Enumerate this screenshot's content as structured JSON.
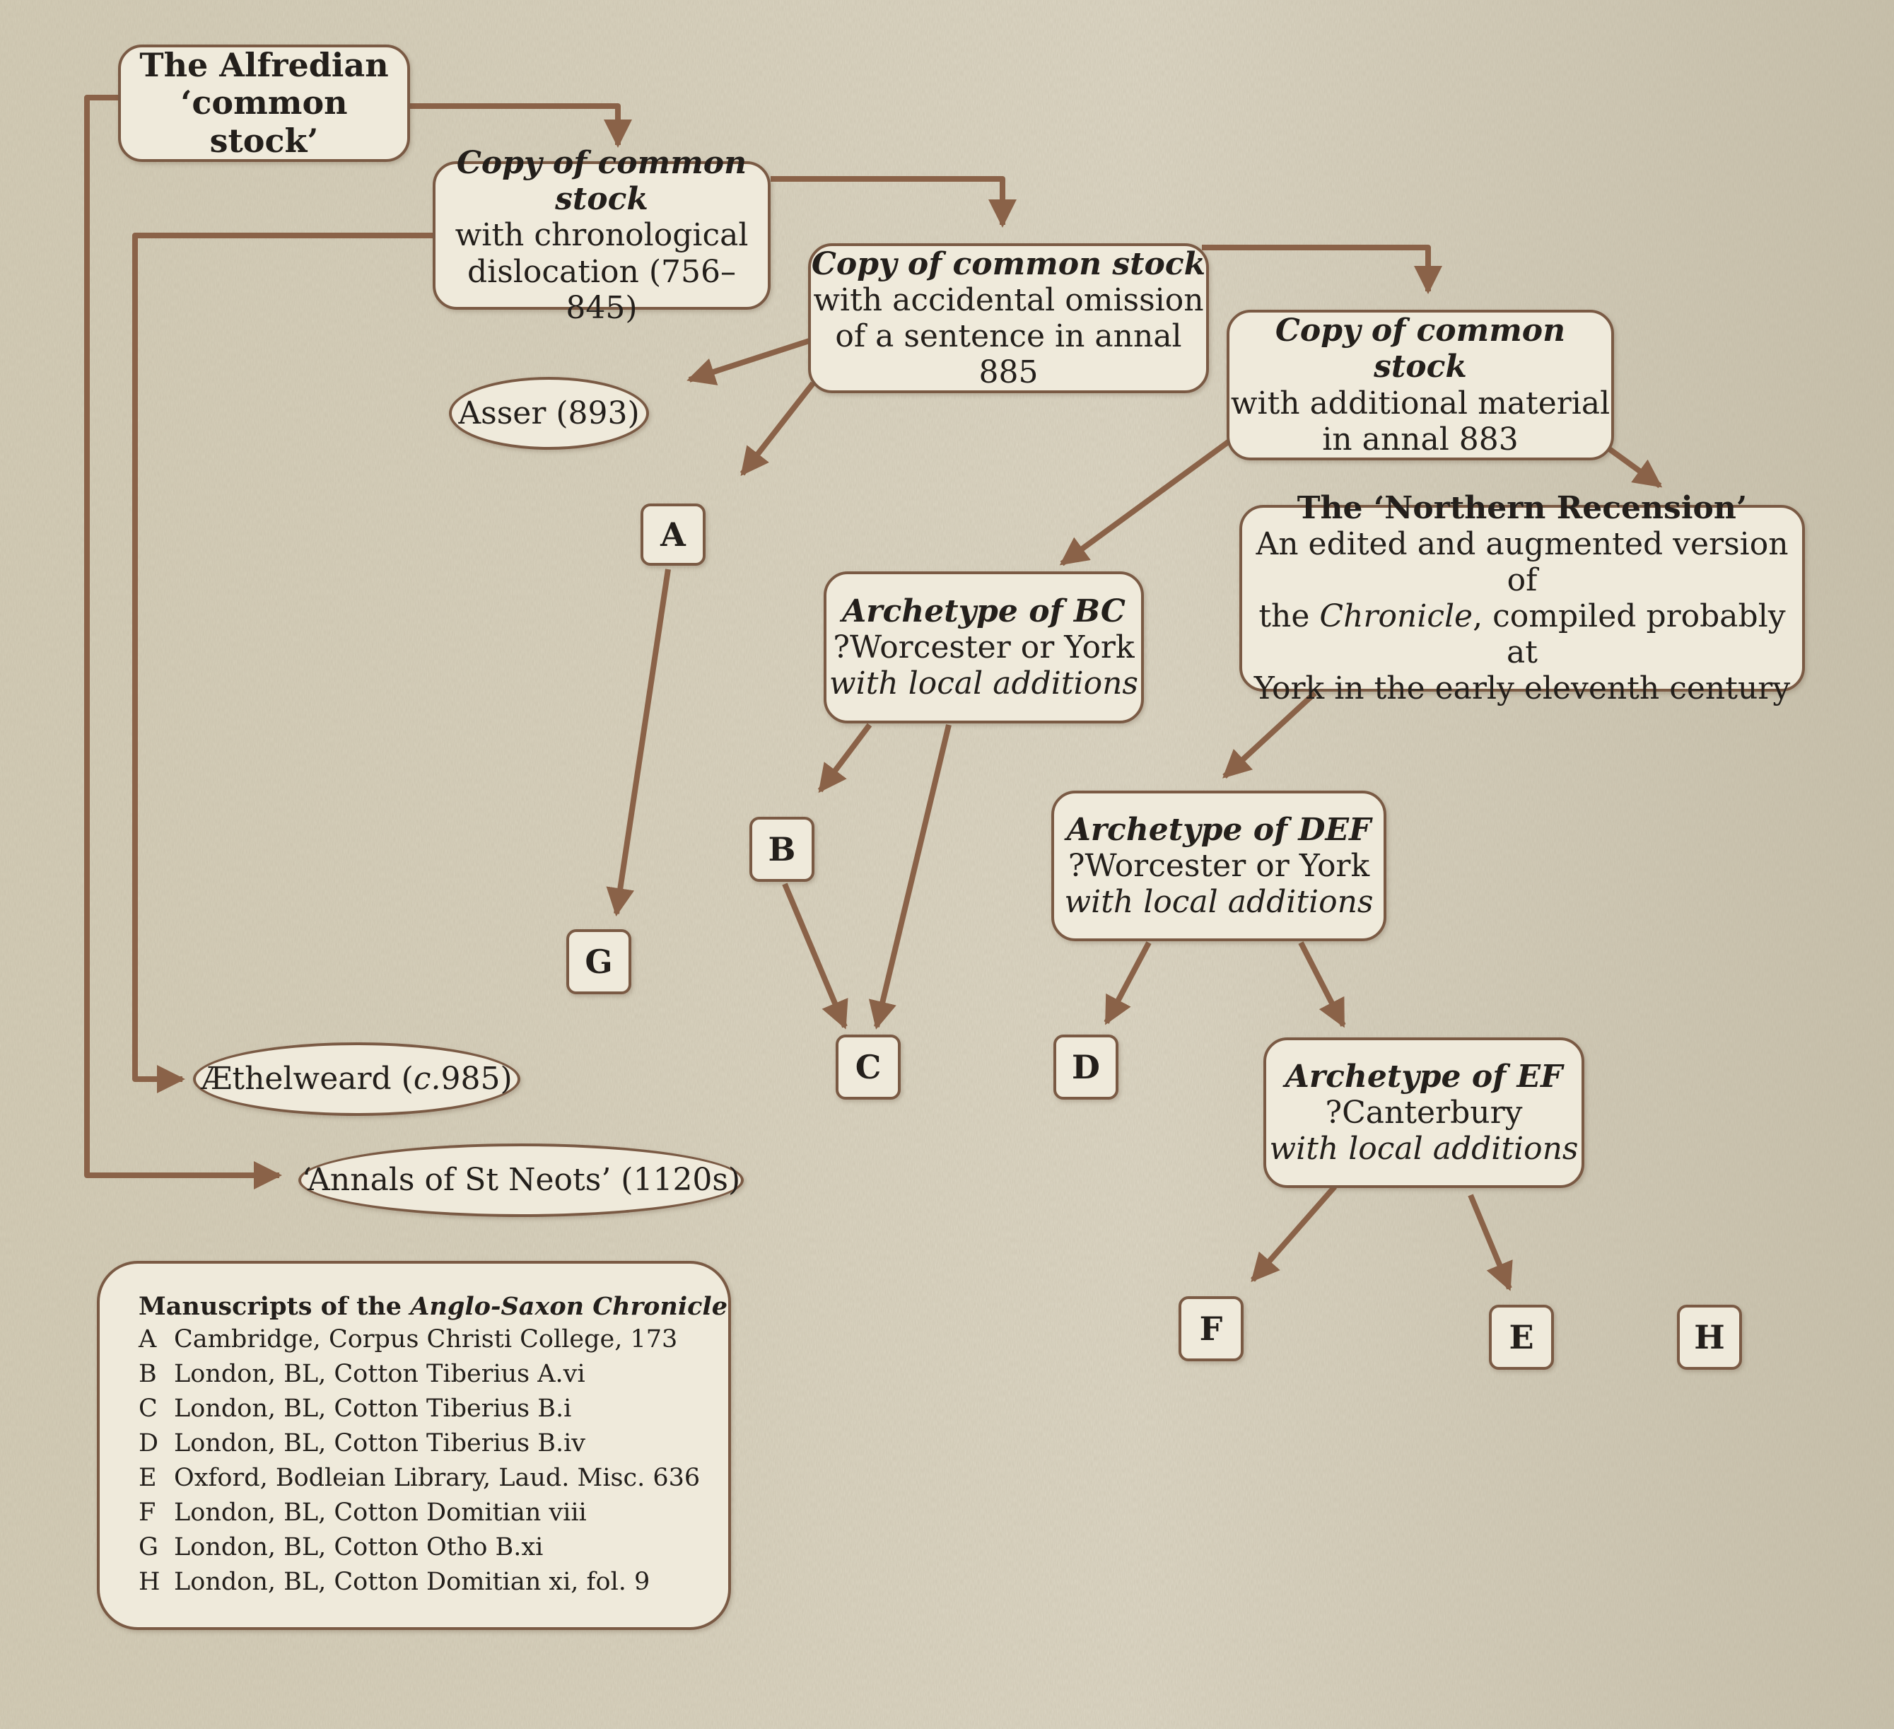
{
  "nodes": {
    "common_stock": {
      "line1": "The Alfredian",
      "line2": "‘common stock’"
    },
    "copy_dislocation": {
      "title": "Copy of common stock",
      "line2": "with chronological",
      "line3": "dislocation (756–845)"
    },
    "copy_omission": {
      "title": "Copy of common stock",
      "line2": "with accidental omission",
      "line3": "of a sentence in annal 885"
    },
    "copy_additional": {
      "title": "Copy of common stock",
      "line2": "with additional material",
      "line3": "in annal 883"
    },
    "asser": {
      "label": "Asser (893)"
    },
    "northern": {
      "title": "The ‘Northern Recension’",
      "line2": "An edited and augmented version of",
      "line3_pre": "the ",
      "line3_it": "Chronicle",
      "line3_post": ", compiled probably at",
      "line4": "York in the early eleventh century"
    },
    "archetype_bc": {
      "title": "Archetype of BC",
      "line2": "?Worcester or York",
      "line3": "with local additions"
    },
    "archetype_def": {
      "title": "Archetype of DEF",
      "line2": "?Worcester or York",
      "line3": "with local additions"
    },
    "archetype_ef": {
      "title": "Archetype of EF",
      "line2": "?Canterbury",
      "line3": "with local additions"
    },
    "aethelweard": {
      "pre": "Æthelweard (",
      "it": "c.",
      "post": "985)"
    },
    "st_neots": {
      "label": "‘Annals of St Neots’ (1120s)"
    }
  },
  "manuscripts": {
    "A": "A",
    "B": "B",
    "C": "C",
    "D": "D",
    "E": "E",
    "F": "F",
    "G": "G",
    "H": "H"
  },
  "legend": {
    "title_pre": "Manuscripts of the ",
    "title_it": "Anglo-Saxon Chronicle",
    "rows": [
      {
        "key": "A",
        "text": "Cambridge, Corpus Christi College, 173"
      },
      {
        "key": "B",
        "text": "London, BL, Cotton Tiberius A.vi"
      },
      {
        "key": "C",
        "text": "London, BL, Cotton Tiberius B.i"
      },
      {
        "key": "D",
        "text": "London, BL, Cotton Tiberius B.iv"
      },
      {
        "key": "E",
        "text": "Oxford, Bodleian Library, Laud. Misc. 636"
      },
      {
        "key": "F",
        "text": "London, BL, Cotton Domitian viii"
      },
      {
        "key": "G",
        "text": "London, BL, Cotton Otho B.xi"
      },
      {
        "key": "H",
        "text": "London, BL, Cotton Domitian xi, fol. 9"
      }
    ]
  },
  "colors": {
    "arrow": "#8a6248",
    "border": "#7a5a44",
    "box_fill": "#efeadb",
    "background": "#dcd6c3"
  }
}
